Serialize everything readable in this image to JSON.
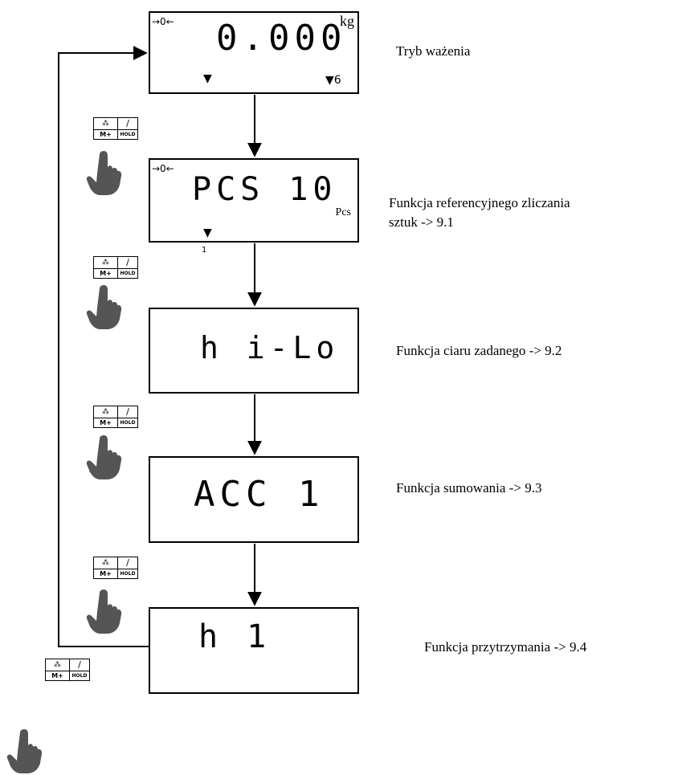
{
  "displays": [
    {
      "id": "weigh",
      "digits": "0.000",
      "zero_indicator": "→0←",
      "unit": "kg",
      "triangle": "▼",
      "triangle6": "▼6"
    },
    {
      "id": "pcs",
      "digits": "PCS 10",
      "zero_indicator": "→0←",
      "unit": "Pcs",
      "triangle": "▼",
      "stray": "1"
    },
    {
      "id": "hilo",
      "digits": "h i-Lo"
    },
    {
      "id": "acc",
      "digits": "ACC 1"
    },
    {
      "id": "hold",
      "digits": "h 1"
    }
  ],
  "labels": {
    "weigh": "Tryb ważenia",
    "pcs_line1": "Funkcja referencyjnego zliczania",
    "pcs_line2": "sztuk  -> 9.1",
    "hilo": "Funkcja ciaru zadanego -> 9.2",
    "acc": "Funkcja sumowania -> 9.3",
    "hold": "Funkcja przytrzymania  -> 9.4"
  },
  "key": {
    "top_left_symbol": "⁂",
    "top_right_symbol": "∕",
    "bottom_left": "M+",
    "bottom_right": "HOLD"
  },
  "icons": [
    "key-icon",
    "hand-pointer-icon"
  ]
}
